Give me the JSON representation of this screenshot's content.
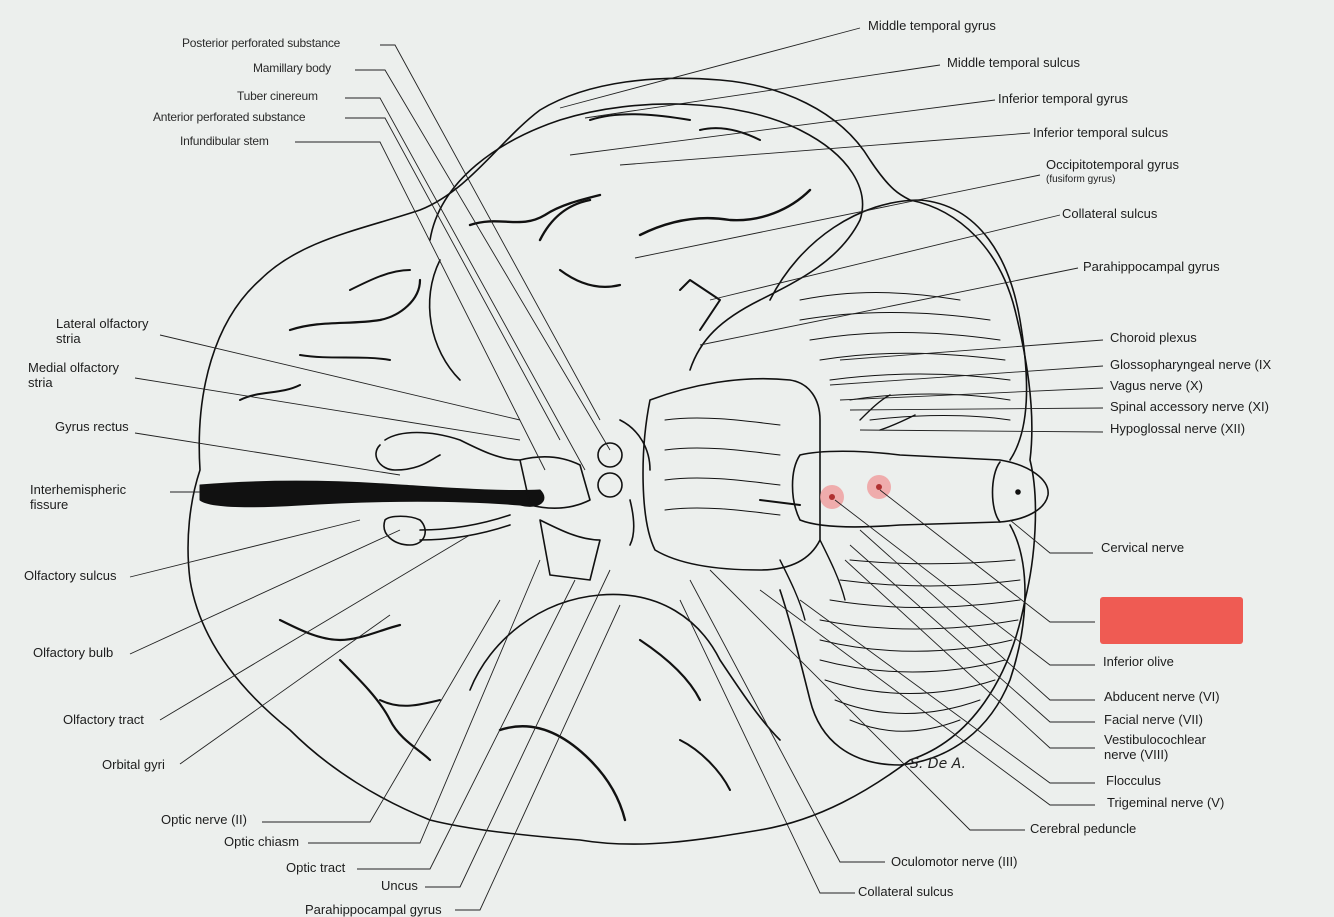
{
  "labels": {
    "left": {
      "posterior_perforated_substance": "Posterior perforated substance",
      "mamillary_body": "Mamillary body",
      "tuber_cinereum": "Tuber cinereum",
      "anterior_perforated_substance": "Anterior perforated substance",
      "infundibular_stem": "Infundibular stem",
      "lateral_olfactory_stria_1": "Lateral olfactory",
      "lateral_olfactory_stria_2": "stria",
      "medial_olfactory_stria_1": "Medial olfactory",
      "medial_olfactory_stria_2": "stria",
      "gyrus_rectus": "Gyrus rectus",
      "interhemispheric_fissure_1": "Interhemispheric",
      "interhemispheric_fissure_2": "fissure",
      "olfactory_sulcus": "Olfactory sulcus",
      "olfactory_bulb": "Olfactory bulb",
      "olfactory_tract": "Olfactory tract",
      "orbital_gyri": "Orbital gyri"
    },
    "bottom": {
      "optic_nerve": "Optic nerve (II)",
      "optic_chiasm": "Optic chiasm",
      "optic_tract": "Optic tract",
      "uncus": "Uncus",
      "parahippocampal_gyrus": "Parahippocampal gyrus",
      "oculomotor_nerve": "Oculomotor nerve (III)",
      "collateral_sulcus": "Collateral sulcus",
      "cerebral_peduncle": "Cerebral peduncle"
    },
    "right": {
      "middle_temporal_gyrus": "Middle temporal gyrus",
      "middle_temporal_sulcus": "Middle temporal sulcus",
      "inferior_temporal_gyrus": "Inferior temporal gyrus",
      "inferior_temporal_sulcus": "Inferior temporal sulcus",
      "occipitotemporal_gyrus": "Occipitotemporal gyrus",
      "fusiform_gyrus": "(fusiform gyrus)",
      "collateral_sulcus": "Collateral sulcus",
      "parahippocampal_gyrus": "Parahippocampal gyrus",
      "choroid_plexus": "Choroid plexus",
      "glossopharyngeal_nerve": "Glossopharyngeal nerve (IX",
      "vagus_nerve": "Vagus nerve (X)",
      "spinal_accessory_nerve": "Spinal accessory nerve (XI)",
      "hypoglossal_nerve": "Hypoglossal nerve (XII)",
      "cervical_nerve": "Cervical nerve",
      "inferior_olive": "Inferior olive",
      "abducent_nerve": "Abducent nerve (VI)",
      "facial_nerve": "Facial nerve (VII)",
      "vestibulocochlear_nerve_1": "Vestibulocochlear",
      "vestibulocochlear_nerve_2": "nerve (VIII)",
      "flocculus": "Flocculus",
      "trigeminal_nerve": "Trigeminal nerve (V)"
    }
  },
  "signature": "S. De A.",
  "colors": {
    "background": "#ecefed",
    "ink": "#111111",
    "hidden_box": "#ef5b53",
    "highlight_dot": "#f0a0a0"
  }
}
